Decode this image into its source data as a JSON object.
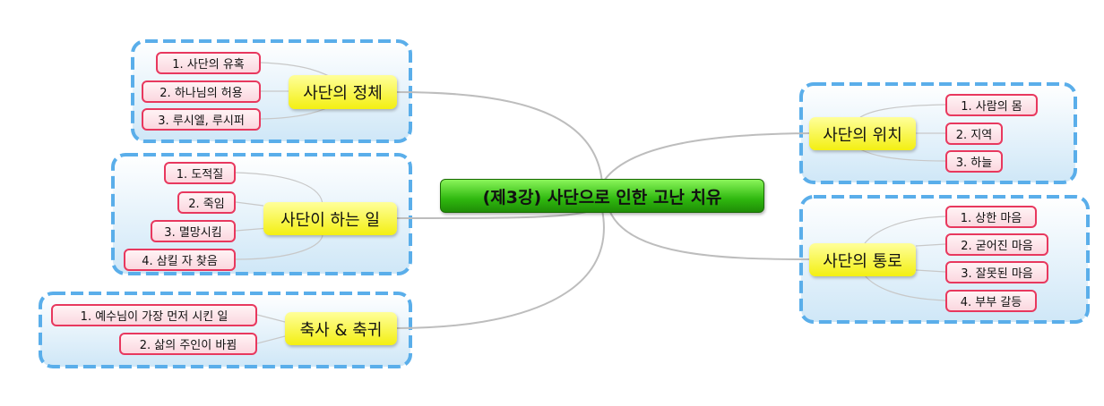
{
  "center": {
    "label": "(제3강) 사단으로 인한 고난 치유"
  },
  "topics": [
    {
      "label": "사단의 정체",
      "items": [
        "1. 사단의 유혹",
        "2. 하나님의 허용",
        "3. 루시엘, 루시퍼"
      ]
    },
    {
      "label": "사단이 하는 일",
      "items": [
        "1. 도적질",
        "2. 죽임",
        "3. 멸망시킴",
        "4. 삼킬 자 찾음"
      ]
    },
    {
      "label": "축사 & 축귀",
      "items": [
        "1. 예수님이 가장 먼저 시킨 일",
        "2. 삶의 주인이 바뀜"
      ]
    },
    {
      "label": "사단의 위치",
      "items": [
        "1. 사람의 몸",
        "2. 지역",
        "3. 하늘"
      ]
    },
    {
      "label": "사단의 통로",
      "items": [
        "1. 상한 마음",
        "2. 굳어진 마음",
        "3. 잘못된 마음",
        "4. 부부 갈등"
      ]
    }
  ],
  "colors": {
    "center": "#3cc414",
    "topic": "#f6f21c",
    "sub_border": "#e8385e",
    "frame": "#5aaeea",
    "line": "#b8b8b8"
  }
}
